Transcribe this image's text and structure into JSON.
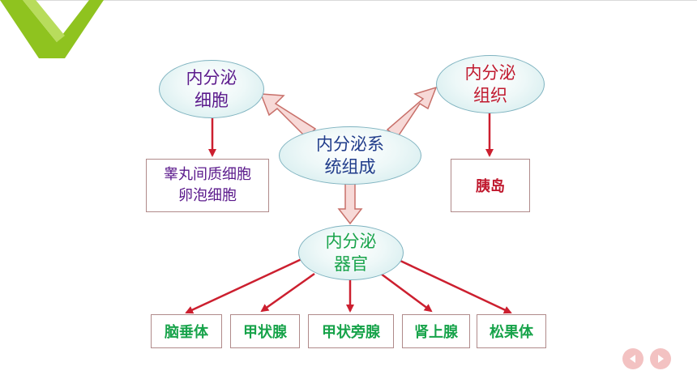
{
  "colors": {
    "cell_text": "#5b1a8c",
    "center_text": "#1f3b8a",
    "tissue_text": "#c0192e",
    "organ_text": "#17a34a",
    "arrow_red": "#cc1f2f",
    "hollow_arrow_fill": "#f7d9d7",
    "hollow_arrow_stroke": "#c8706a",
    "accent_green": "#8fc31f"
  },
  "center": {
    "label": "内分泌系\n统组成"
  },
  "cell": {
    "label": "内分泌\n细胞",
    "box": "睾丸间质细胞\n卵泡细胞"
  },
  "tissue": {
    "label": "内分泌\n组织",
    "box": "胰岛"
  },
  "organ": {
    "label": "内分泌\n器官",
    "items": [
      "脑垂体",
      "甲状腺",
      "甲状旁腺",
      "肾上腺",
      "松果体"
    ]
  },
  "nav": {
    "prev_icon": "chevron-left-icon",
    "next_icon": "chevron-right-icon"
  }
}
